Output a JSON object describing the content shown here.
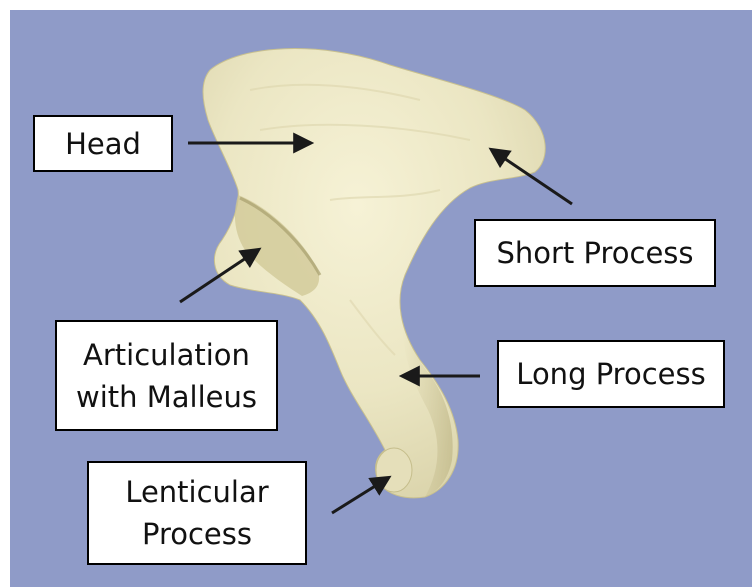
{
  "figure": {
    "background_color": "#8f9bc8",
    "bone_color": "#ece8c6",
    "arrow_color": "#1a1a1a"
  },
  "labels": {
    "head": "Head",
    "short_process": "Short Process",
    "articulation_line1": "Articulation",
    "articulation_line2": "with Malleus",
    "long_process": "Long Process",
    "lenticular_line1": "Lenticular",
    "lenticular_line2": "Process"
  }
}
